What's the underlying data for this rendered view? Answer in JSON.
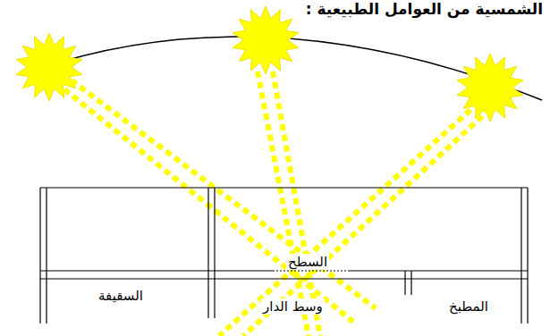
{
  "diagram": {
    "labels": [
      "الشمسية من العوامل الطبيعية :",
      "السطح",
      "السقيفة",
      "وسط الدار",
      "المطبخ"
    ]
  }
}
